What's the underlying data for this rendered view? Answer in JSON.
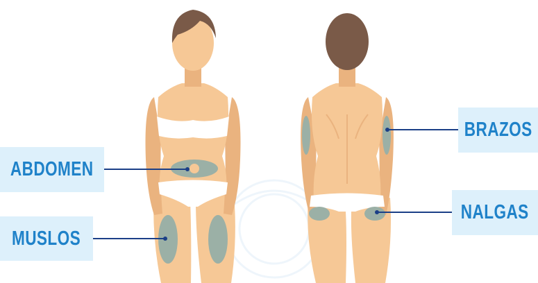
{
  "labels": {
    "abdomen": "ABDOMEN",
    "muslos": "MUSLOS",
    "brazos": "BRAZOS",
    "nalgas": "NALGAS"
  },
  "colors": {
    "skin": "#f6c896",
    "skin_shadow": "#eab37f",
    "hair": "#7a5a48",
    "underwear": "#ffffff",
    "zone": "#9bb0a6",
    "label_bg": "#ddf0fb",
    "label_text": "#1f82c9",
    "leader_line": "#1b3f87"
  }
}
